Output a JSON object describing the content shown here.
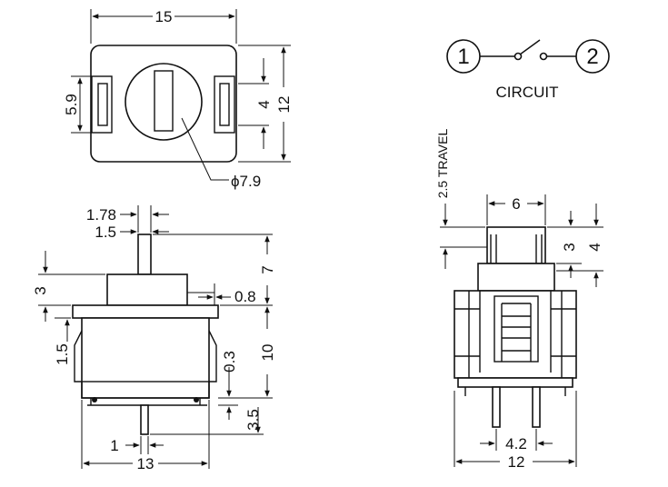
{
  "top_view": {
    "width": "15",
    "side_slot": "5.9",
    "right_slot": "4",
    "height": "12",
    "button_diameter": "ϕ7.9"
  },
  "circuit": {
    "title": "CIRCUIT",
    "terminal_1": "1",
    "terminal_2": "2"
  },
  "front_view": {
    "stem_width_a": "1.78",
    "stem_width_b": "1.5",
    "stem_height": "7",
    "shoulder": "3",
    "collar": "0.8",
    "collar_height": "1.5",
    "body_height": "10",
    "gap": "0.3",
    "pin_length": "3.5",
    "pin_width": "1",
    "base_width": "13"
  },
  "side_view": {
    "travel": "2.5 TRAVEL",
    "cap_width": "6",
    "cap_height_a": "3",
    "cap_height_b": "4",
    "pin_spacing": "4.2",
    "width": "12"
  }
}
